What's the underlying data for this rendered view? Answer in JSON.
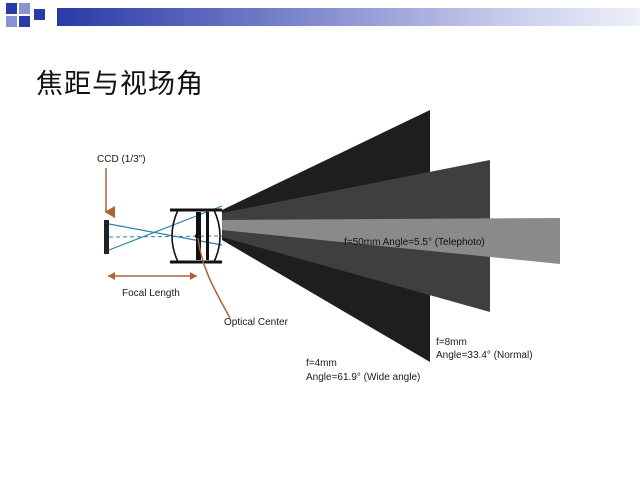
{
  "slide": {
    "title": "焦距与视场角",
    "accent_colors": {
      "band_start": "#2a3aa8",
      "band_end": "#e8eaf8",
      "square": "#2a3aa8"
    }
  },
  "diagram": {
    "ccd_label": "CCD (1/3\")",
    "focal_length_label": "Focal Length",
    "optical_center_label": "Optical Center",
    "beams": [
      {
        "focal": "f=50mm",
        "angle": "Angle=5.5° (Telephoto)",
        "shade": "#808080"
      },
      {
        "focal": "f=8mm",
        "angle": "Angle=33.4° (Normal)",
        "shade": "#3f3f3f"
      },
      {
        "focal": "f=4mm",
        "angle": "Angle=61.9° (Wide angle)",
        "shade": "#1e1e1e"
      }
    ],
    "tele_label": "f=50mm Angle=5.5° (Telephoto)"
  }
}
